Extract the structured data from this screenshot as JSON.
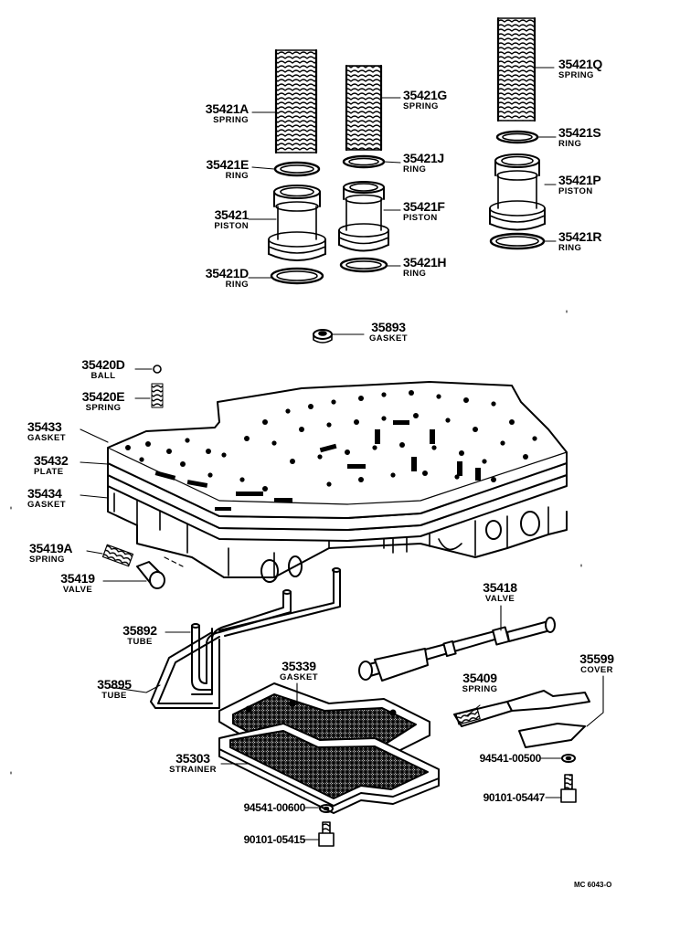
{
  "parts": [
    {
      "id": "35421A",
      "number": "35421A",
      "name": "SPRING"
    },
    {
      "id": "35421E",
      "number": "35421E",
      "name": "RING"
    },
    {
      "id": "35421",
      "number": "35421",
      "name": "PISTON"
    },
    {
      "id": "35421D",
      "number": "35421D",
      "name": "RING"
    },
    {
      "id": "35421G",
      "number": "35421G",
      "name": "SPRING"
    },
    {
      "id": "35421J",
      "number": "35421J",
      "name": "RING"
    },
    {
      "id": "35421F",
      "number": "35421F",
      "name": "PISTON"
    },
    {
      "id": "35421H",
      "number": "35421H",
      "name": "RING"
    },
    {
      "id": "35421Q",
      "number": "35421Q",
      "name": "SPRING"
    },
    {
      "id": "35421S",
      "number": "35421S",
      "name": "RING"
    },
    {
      "id": "35421P",
      "number": "35421P",
      "name": "PISTON"
    },
    {
      "id": "35421R",
      "number": "35421R",
      "name": "RING"
    },
    {
      "id": "35893",
      "number": "35893",
      "name": "GASKET"
    },
    {
      "id": "35420D",
      "number": "35420D",
      "name": "BALL"
    },
    {
      "id": "35420E",
      "number": "35420E",
      "name": "SPRING"
    },
    {
      "id": "35433",
      "number": "35433",
      "name": "GASKET"
    },
    {
      "id": "35432",
      "number": "35432",
      "name": "PLATE"
    },
    {
      "id": "35434",
      "number": "35434",
      "name": "GASKET"
    },
    {
      "id": "35419A",
      "number": "35419A",
      "name": "SPRING"
    },
    {
      "id": "35419",
      "number": "35419",
      "name": "VALVE"
    },
    {
      "id": "35418",
      "number": "35418",
      "name": "VALVE"
    },
    {
      "id": "35892",
      "number": "35892",
      "name": "TUBE"
    },
    {
      "id": "35895",
      "number": "35895",
      "name": "TUBE"
    },
    {
      "id": "35339",
      "number": "35339",
      "name": "GASKET"
    },
    {
      "id": "35409",
      "number": "35409",
      "name": "SPRING"
    },
    {
      "id": "35599",
      "number": "35599",
      "name": "COVER"
    },
    {
      "id": "35303",
      "number": "35303",
      "name": "STRAINER"
    },
    {
      "id": "94541a",
      "number": "94541-00500",
      "name": ""
    },
    {
      "id": "90101a",
      "number": "90101-05447",
      "name": ""
    },
    {
      "id": "94541b",
      "number": "94541-00600",
      "name": ""
    },
    {
      "id": "90101b",
      "number": "90101-05415",
      "name": ""
    }
  ],
  "figure_code": "MC 6043-O"
}
